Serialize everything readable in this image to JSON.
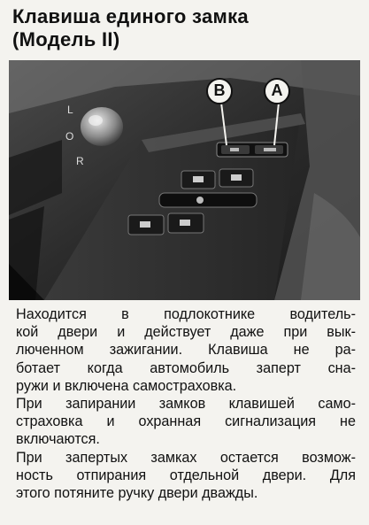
{
  "title": {
    "line1": "Клавиша единого замка",
    "line2": "(Модель II)"
  },
  "photo": {
    "callout_b": "B",
    "callout_a": "A",
    "switch_labels": [
      "L",
      "O",
      "R"
    ]
  },
  "paragraphs": [
    {
      "lines": [
        "Находится в подлокотнике водитель-",
        "кой двери и действует даже при вык-",
        "люченном зажигании. Клавиша не ра-",
        "ботает когда автомобиль заперт сна-",
        "ружи и включена самостраховка."
      ]
    },
    {
      "lines": [
        "При запирании замков клавишей само-",
        "страховка и охранная сигнализация не",
        "включаются."
      ]
    },
    {
      "lines": [
        "При запертых замках остается возмож-",
        "ность отпирания отдельной двери. Для",
        "этого потяните ручку двери дважды."
      ]
    }
  ]
}
